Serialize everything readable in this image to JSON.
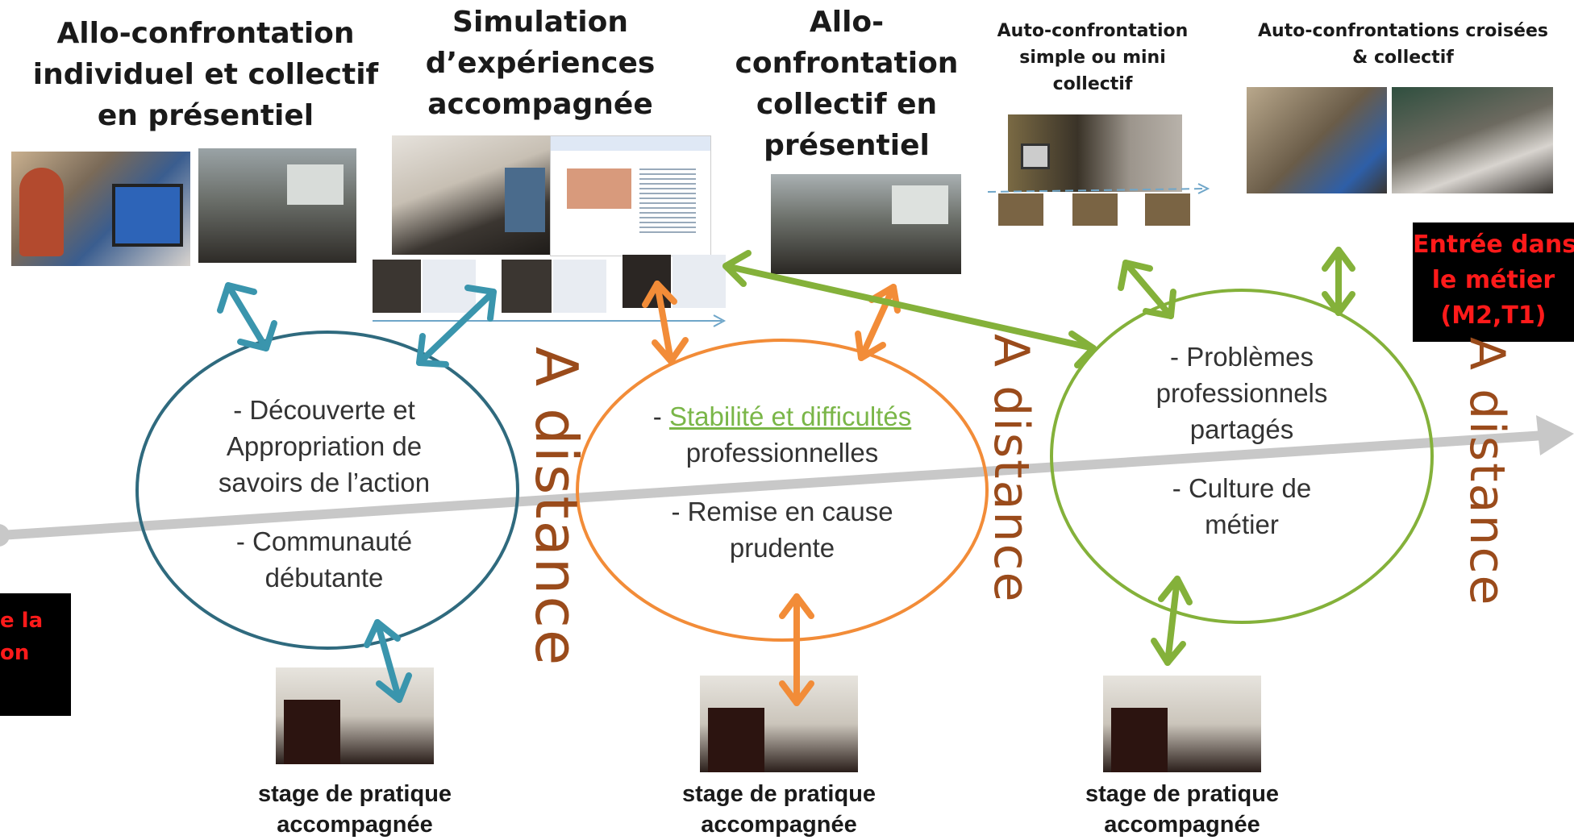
{
  "headings": {
    "h1": [
      "Allo-confrontation",
      "individuel et collectif",
      "en présentiel"
    ],
    "h2": [
      "Simulation",
      "d’expériences",
      "accompagnée"
    ],
    "h3": [
      "Allo-",
      "confrontation",
      "collectif en",
      "présentiel"
    ],
    "h4": [
      "Auto-confrontation",
      "simple ou mini",
      "collectif"
    ],
    "h5": [
      "Auto-confrontations croisées",
      "& collectif"
    ]
  },
  "circles": {
    "teal": {
      "line1": "- Découverte et",
      "line2": "Appropriation de",
      "line3": "savoirs de l’action",
      "line4": "- Communauté",
      "line5": "débutante"
    },
    "orange": {
      "bullet": "-",
      "link": "Stabilité et difficultés",
      "line2": "professionnelles",
      "line3": "- Remise en cause",
      "line4": "prudente"
    },
    "green": {
      "line1": "- Problèmes",
      "line2": "professionnels",
      "line3": "partagés",
      "line4": "- Culture de",
      "line5": "métier"
    }
  },
  "distance_label": "A distance",
  "stage_label": [
    "stage de pratique",
    "accompagnée"
  ],
  "right_box": [
    "Entrée dans",
    "le métier",
    "(M2,T1)"
  ],
  "left_box": [
    "e la",
    "on"
  ],
  "colors": {
    "teal": "#2f6a7e",
    "teal_arrow": "#3a95ad",
    "orange": "#f28c38",
    "green": "#84b13a",
    "brown": "#9a4b1b",
    "axis": "#c8c8c8",
    "red": "#ff1a1a"
  }
}
